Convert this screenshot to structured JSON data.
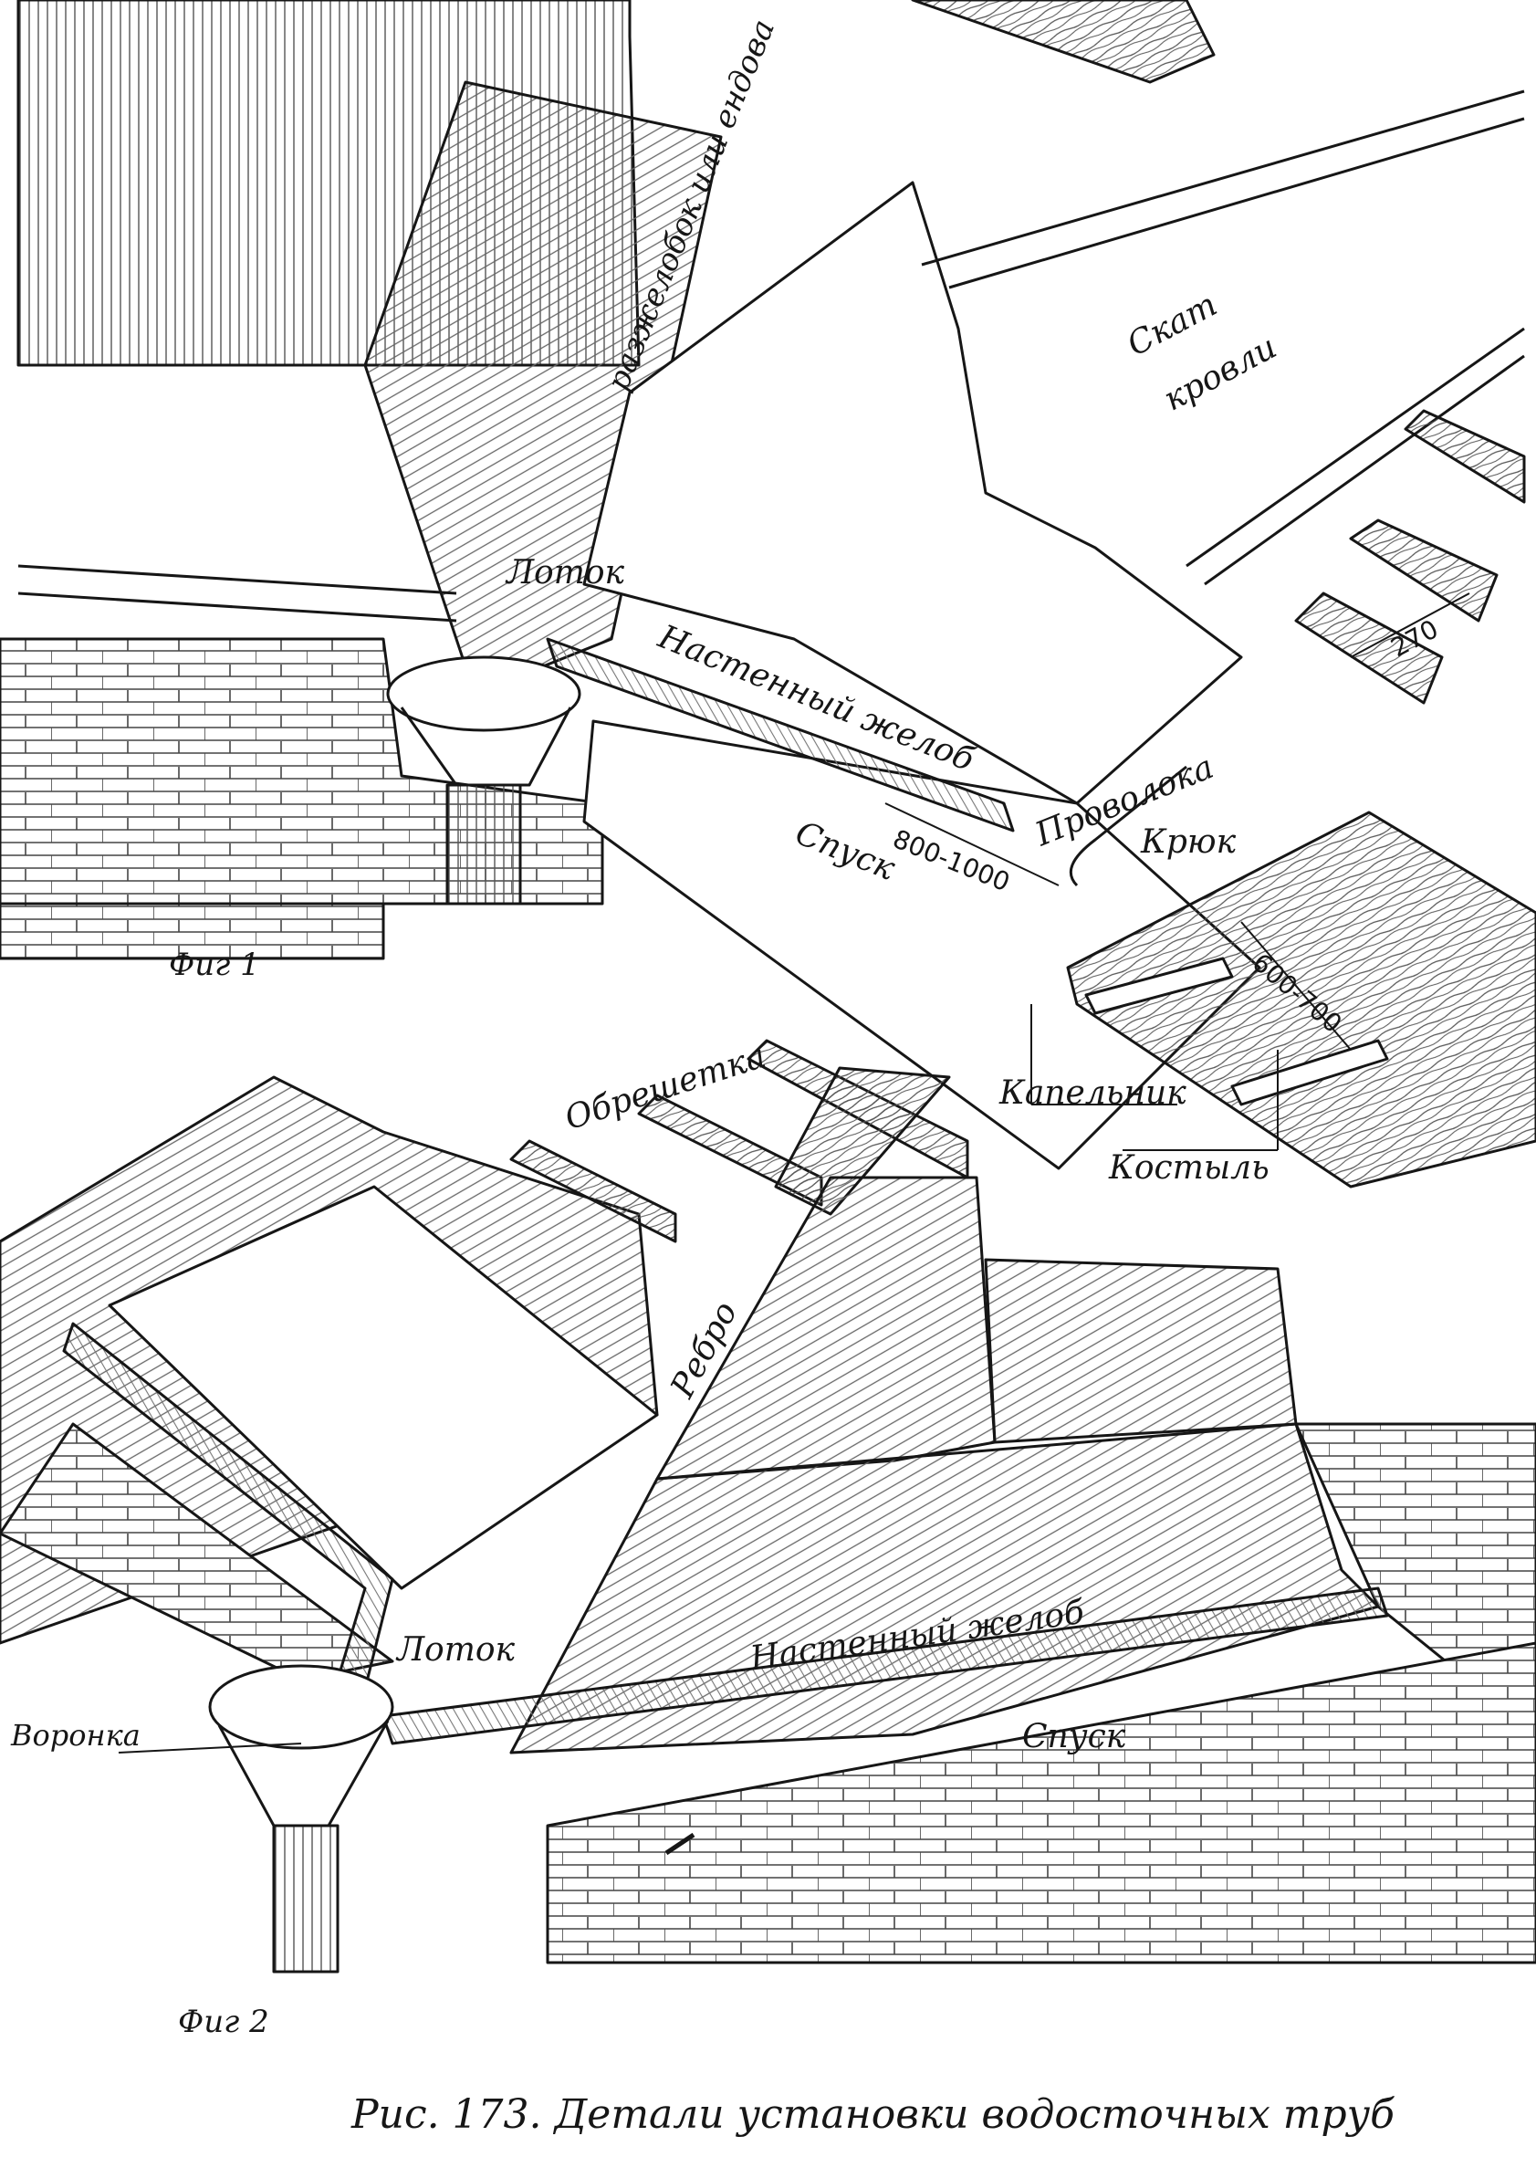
{
  "caption": "Рис. 173. Детали установки водосточных труб",
  "colors": {
    "ink": "#161616",
    "paper": "#ffffff",
    "shade": "#6a6a6a"
  },
  "figure1": {
    "label": "Фиг 1",
    "labels": {
      "valley": "разжелобок или ендова",
      "roof_slope_1": "Скат",
      "roof_slope_2": "кровли",
      "tray": "Лоток",
      "wall_gutter": "Настенный желоб",
      "wire": "Проволока",
      "hook": "Крюк",
      "slope": "Спуск",
      "drip_edge": "Капельник",
      "batten": "Обрешетка",
      "bracket": "Костыль"
    },
    "dimensions": {
      "gutter_spacing": "800-1000",
      "rafter_spacing": "270",
      "bracket_spacing": "600-700"
    }
  },
  "figure2": {
    "label": "Фиг 2",
    "labels": {
      "ridge": "Ребро",
      "tray": "Лоток",
      "wall_gutter": "Настенный желоб",
      "funnel": "Воронка",
      "slope": "Спуск"
    }
  }
}
